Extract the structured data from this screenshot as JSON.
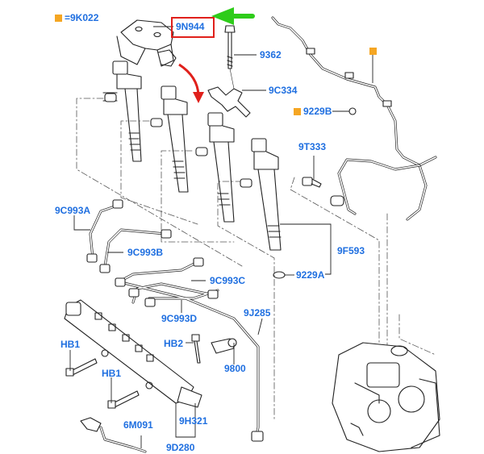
{
  "diagram": {
    "legend": {
      "marker_color": "#f5a623",
      "text": "=9K022"
    },
    "highlight": {
      "part": "9N944",
      "box_color": "#e0201b",
      "arrow_color": "#2ecc1a"
    },
    "label_color": "#1f6fe0",
    "labels": [
      {
        "id": "9N944"
      },
      {
        "id": "9362"
      },
      {
        "id": "9C334"
      },
      {
        "id": "9229B"
      },
      {
        "id": "9T333"
      },
      {
        "id": "9C993A"
      },
      {
        "id": "9C993B"
      },
      {
        "id": "9C993C"
      },
      {
        "id": "9C993D"
      },
      {
        "id": "9F593"
      },
      {
        "id": "9229A"
      },
      {
        "id": "9J285"
      },
      {
        "id": "HB1"
      },
      {
        "id": "HB2"
      },
      {
        "id": "9800"
      },
      {
        "id": "HB1"
      },
      {
        "id": "9H321"
      },
      {
        "id": "6M091"
      },
      {
        "id": "9D280"
      }
    ],
    "components": [
      "injector-clamp",
      "bolt",
      "clamp-fork",
      "leak-off-hose",
      "injector-1",
      "injector-2",
      "injector-3",
      "injector-4",
      "fuel-rail",
      "high-pressure-pump",
      "fuel-lines",
      "sensor",
      "bracket"
    ]
  }
}
